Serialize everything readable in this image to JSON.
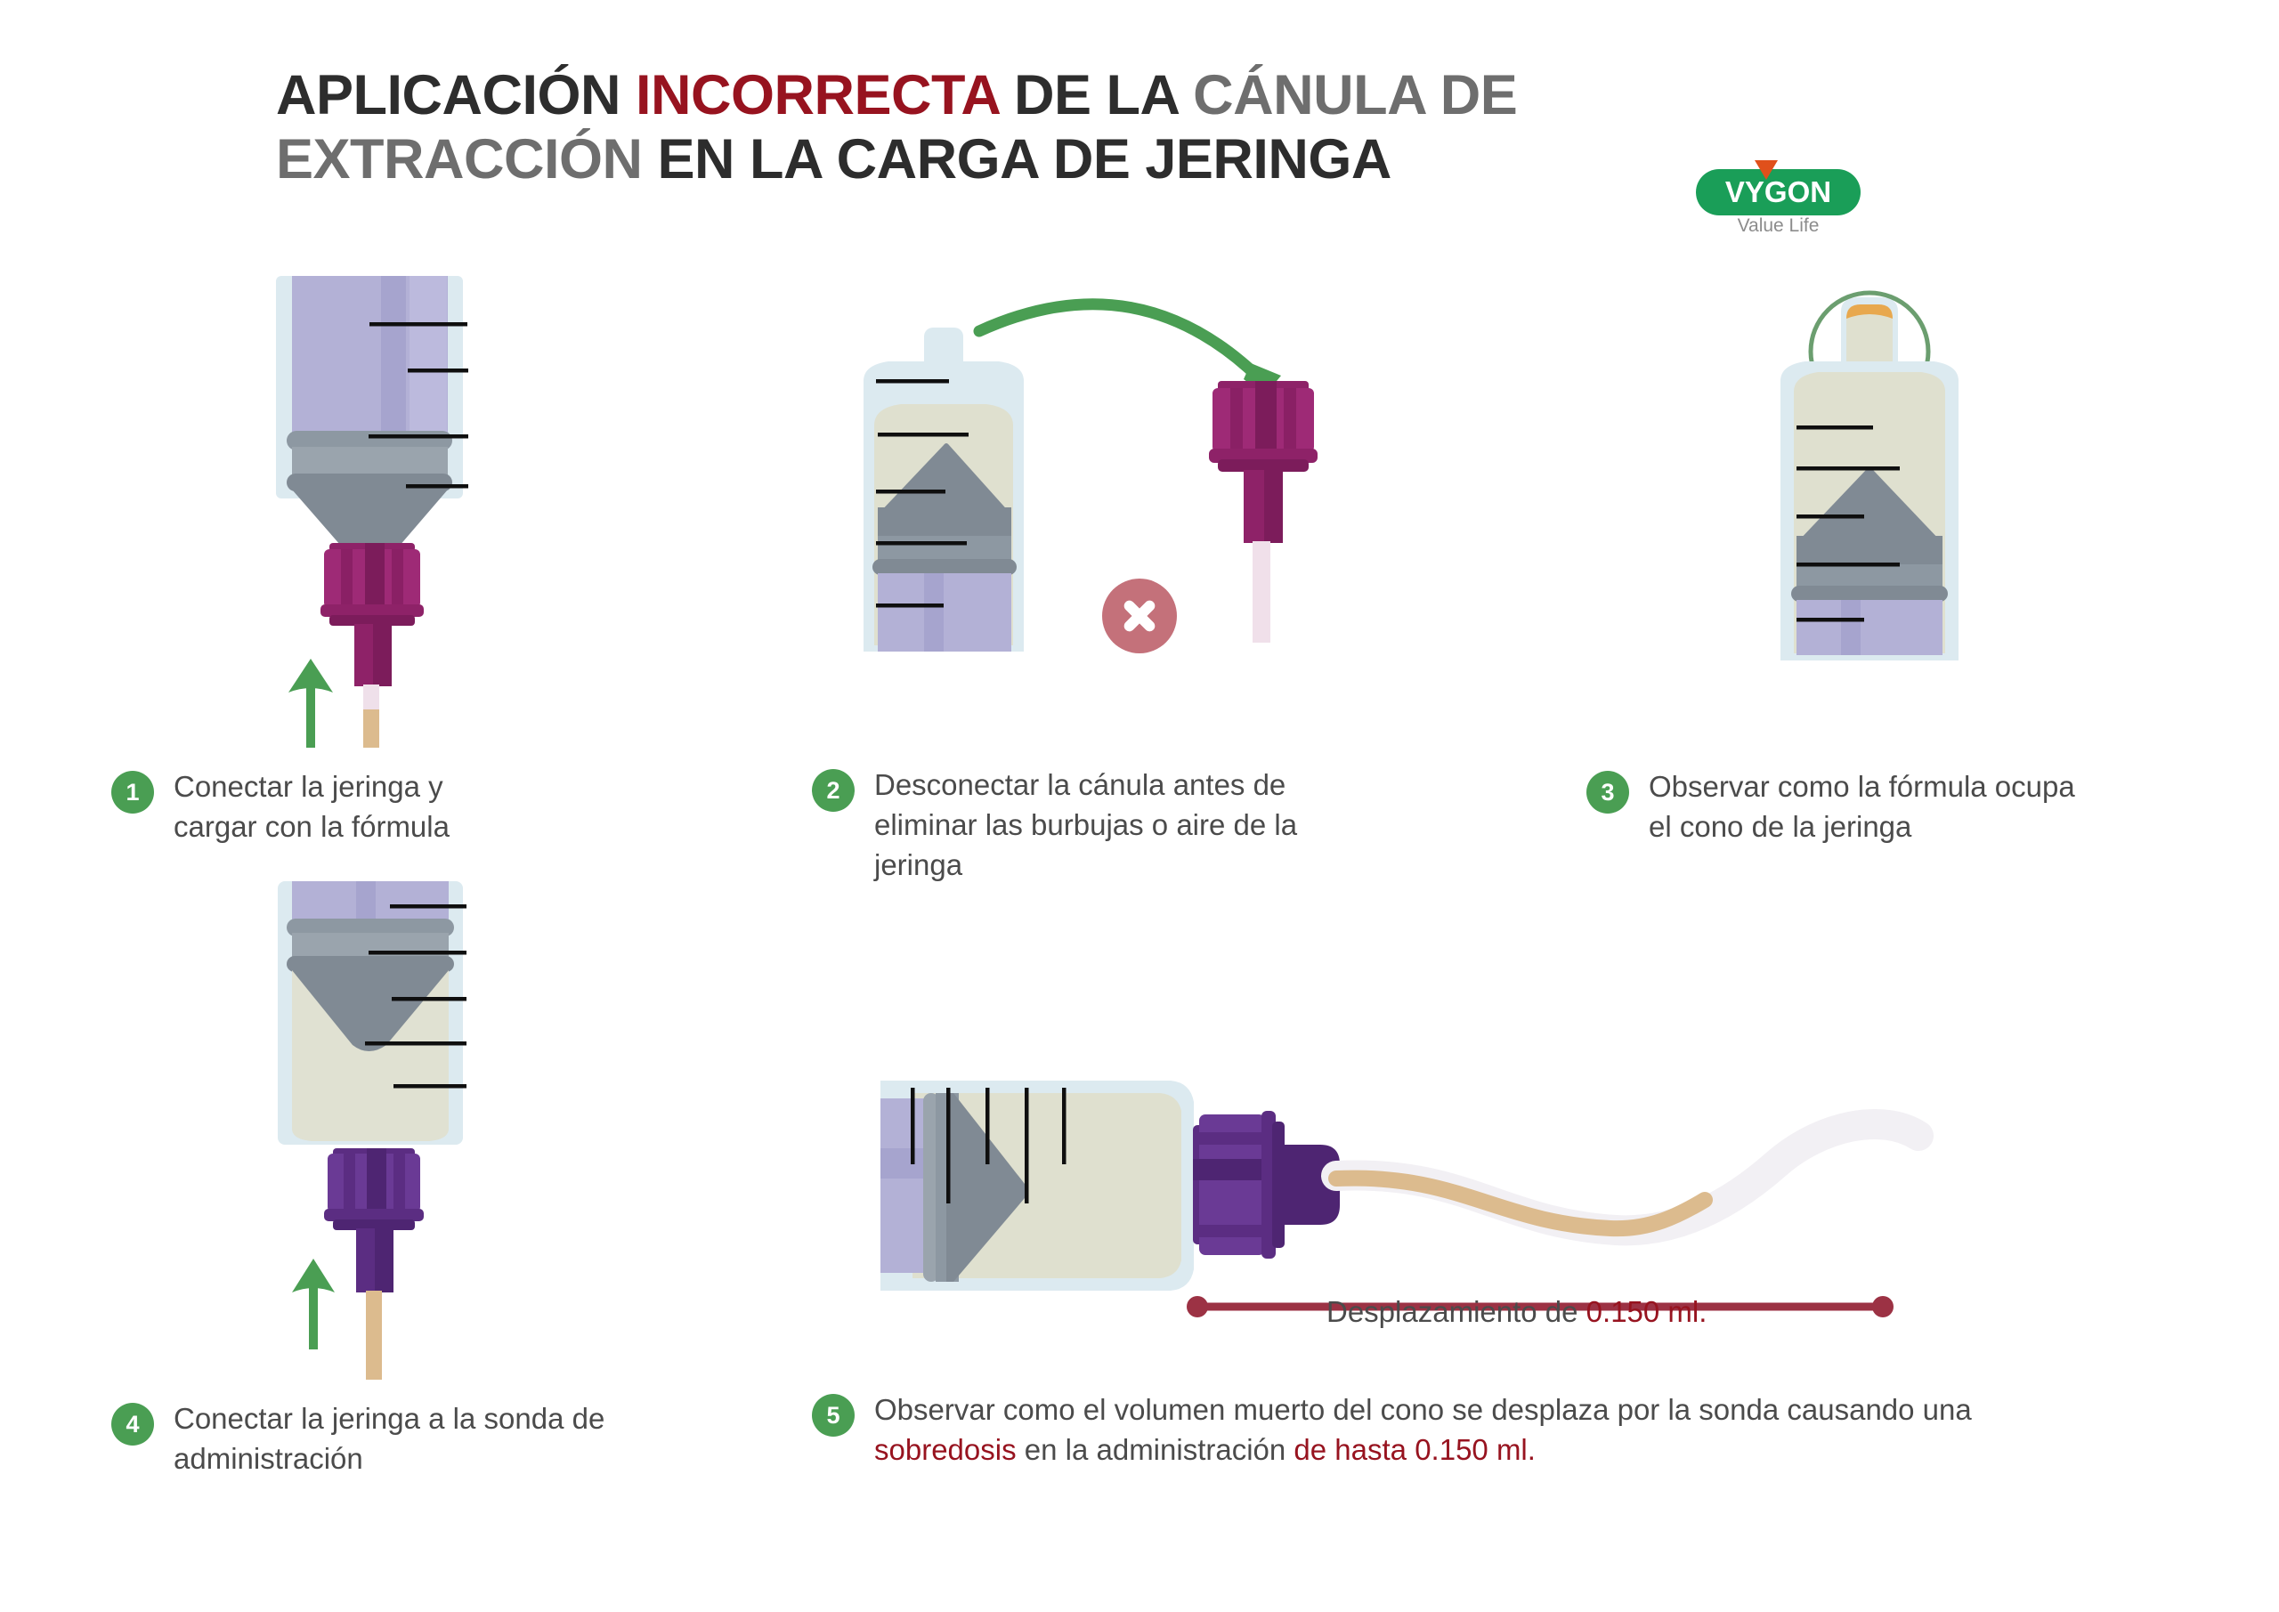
{
  "title": {
    "line1_part1": "APLICACIÓN ",
    "line1_part2": "INCORRECTA",
    "line1_part3": " DE LA ",
    "line1_part4": "CÁNULA DE",
    "line2_part1": "EXTRACCIÓN",
    "line2_part2": " EN LA CARGA DE JERINGA"
  },
  "logo": {
    "name": "VYGON",
    "tagline": "Value Life"
  },
  "steps": [
    {
      "number": "1",
      "text": "Conectar la jeringa y cargar con la fórmula"
    },
    {
      "number": "2",
      "text": "Desconectar la cánula antes de eliminar las burbujas o aire de la jeringa"
    },
    {
      "number": "3",
      "text": "Observar como la fórmula ocupa el cono de la jeringa"
    },
    {
      "number": "4",
      "text": "Conectar la jeringa a la sonda de administración"
    },
    {
      "number": "5",
      "text_part1": "Observar como el volumen muerto del cono se desplaza por la sonda causando una ",
      "text_highlight1": "sobredosis",
      "text_part2": " en la administración ",
      "text_highlight2": "de hasta 0.150 ml."
    }
  ],
  "measurement": {
    "label_prefix": "Desplazamiento de ",
    "value": "0.150 ml."
  },
  "colors": {
    "title_dark": "#2d2d2d",
    "title_gray": "#6e6e6e",
    "accent_red": "#97131f",
    "badge_green": "#4a9e53",
    "logo_green": "#1a9e58",
    "cannula_magenta": "#8e2268",
    "cannula_purple": "#5b2d82",
    "syringe_glass": "#dceaf0",
    "formula_cream": "#dfe0cf",
    "plunger_lilac": "#b3b1d6",
    "plunger_gray": "#808a94",
    "tube_tan": "#dcbb8e",
    "error_red": "#c4717a",
    "measure_bar": "#9c3244"
  }
}
